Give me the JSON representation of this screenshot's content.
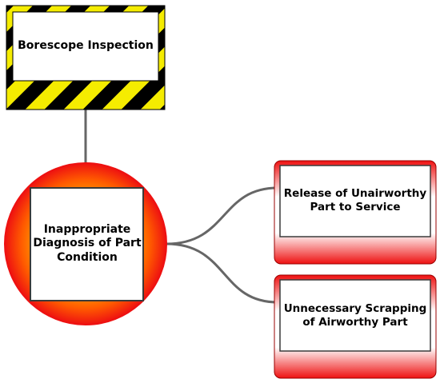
{
  "diagram": {
    "hazard_box": {
      "label": "Borescope Inspection"
    },
    "center_node": {
      "label": "Inappropriate Diagnosis of Part Condition"
    },
    "outcomes": [
      {
        "label": "Release of Unairworthy Part to Service"
      },
      {
        "label": "Unnecessary Scrapping of Airworthy Part"
      }
    ]
  },
  "colors": {
    "hazard_yellow": "#f5ec00",
    "hazard_black": "#000000",
    "red_outer": "#ee1111",
    "orange_inner": "#ff9900",
    "connector": "#666666",
    "box_fill": "#ffffff"
  }
}
